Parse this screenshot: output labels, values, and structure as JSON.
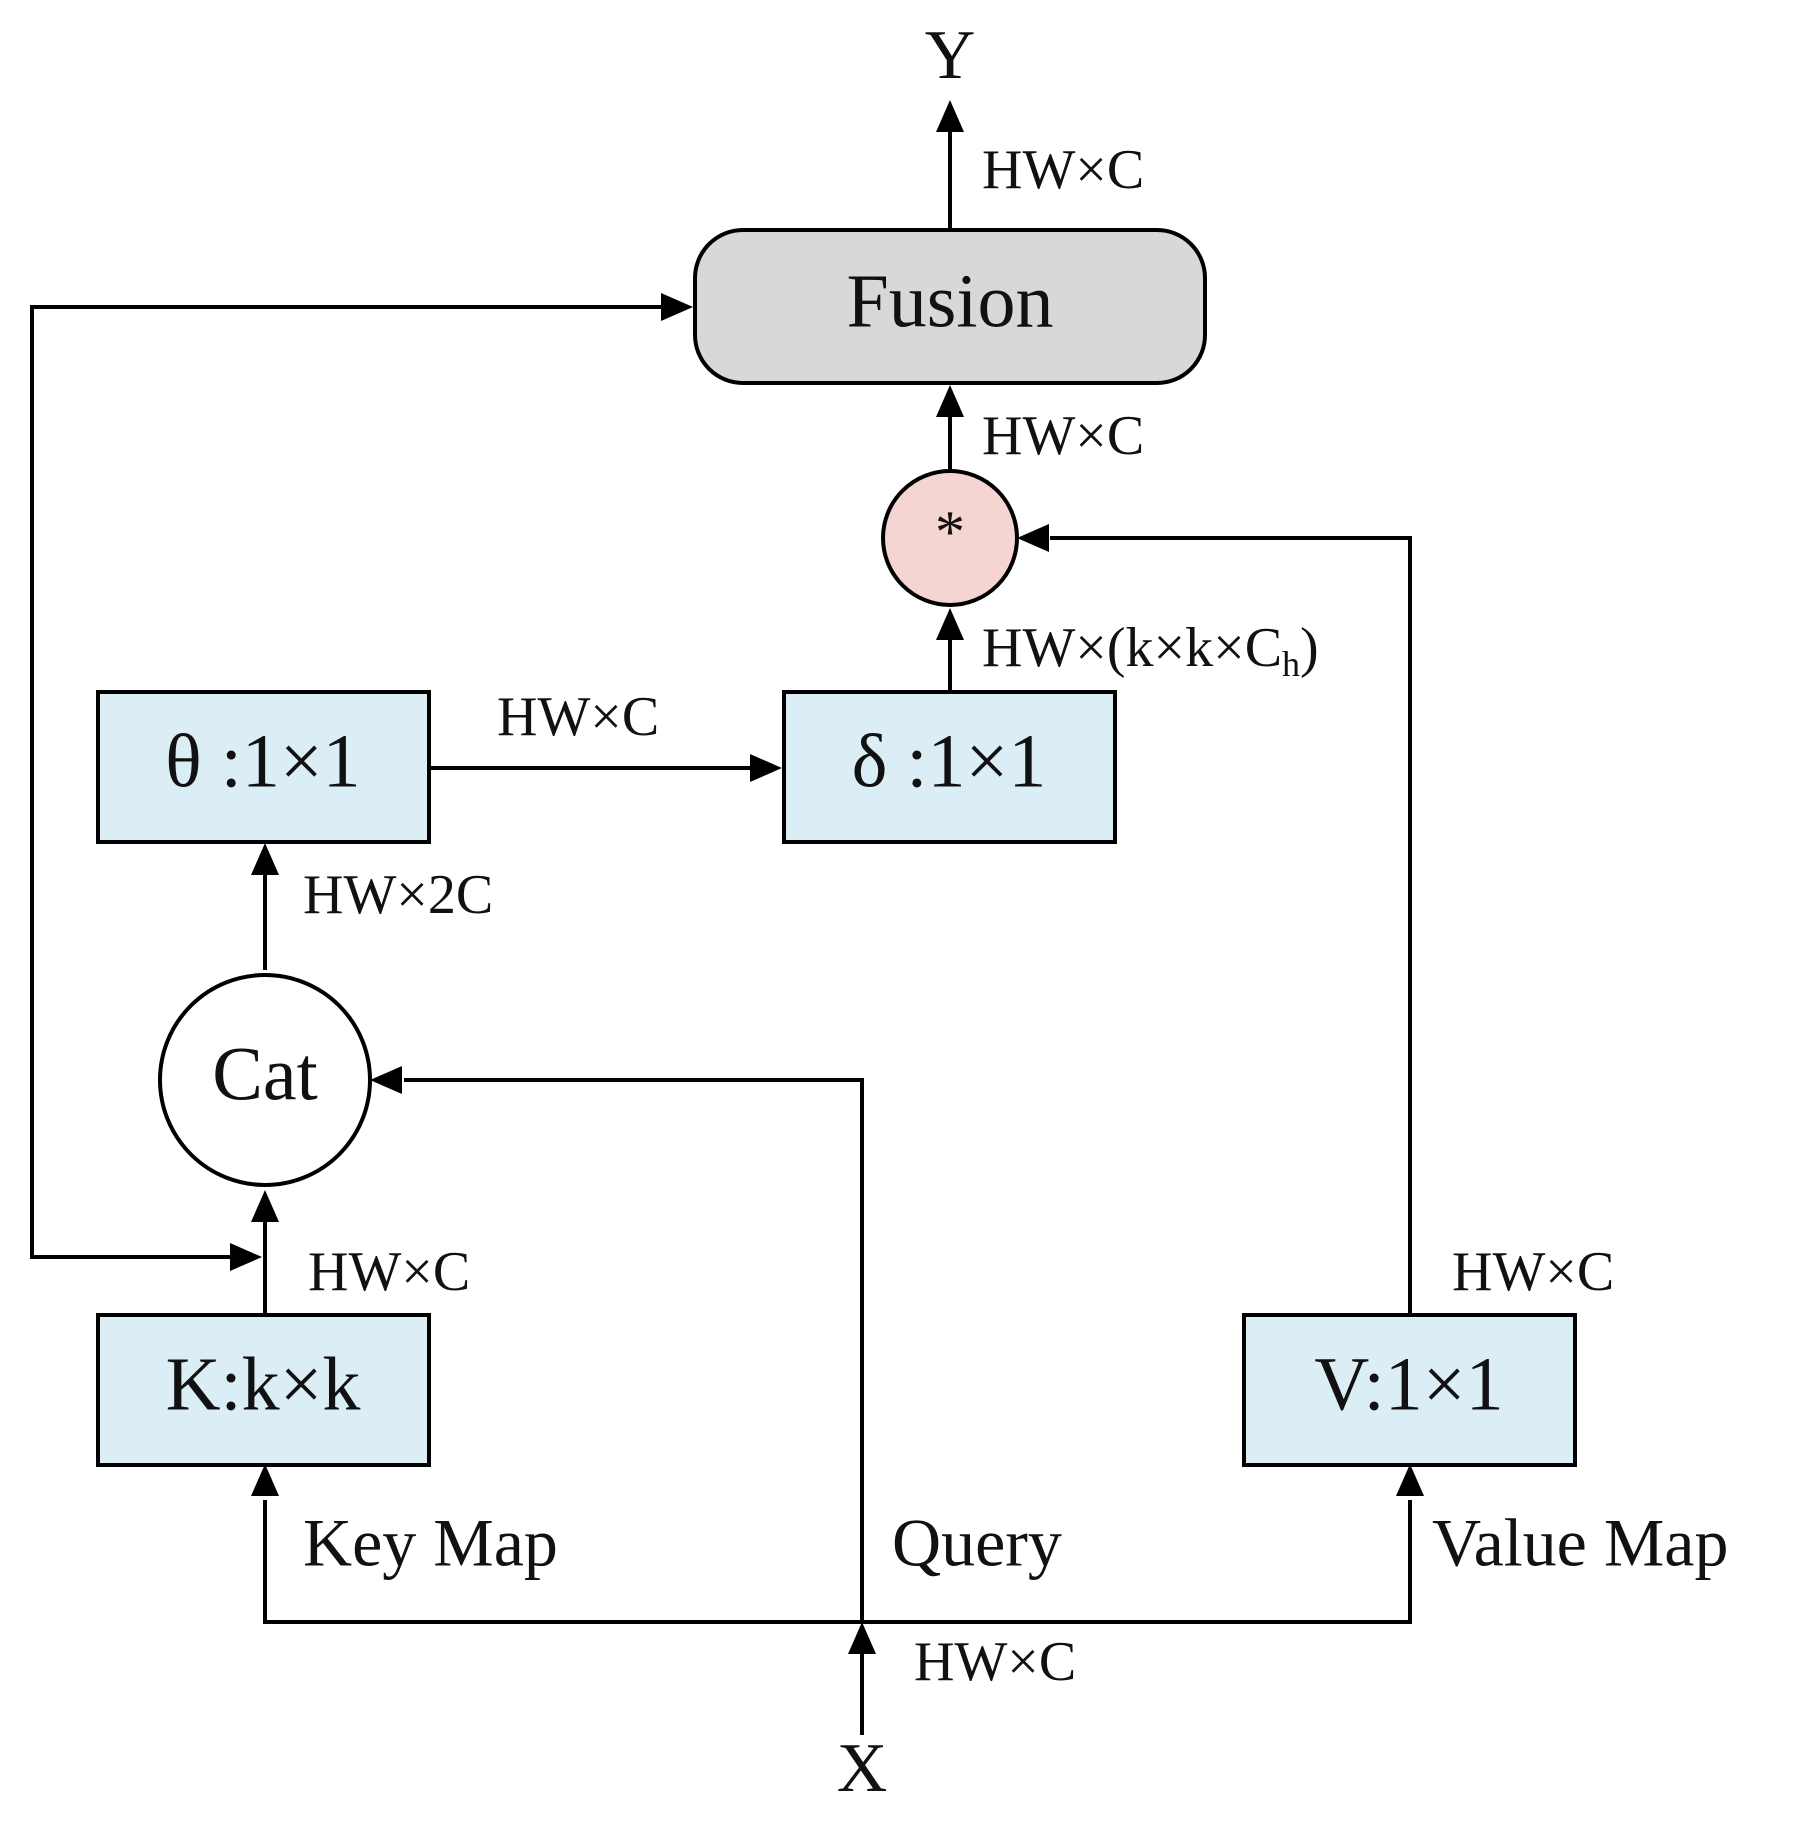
{
  "nodes": {
    "fusion": "Fusion",
    "multiply": "*",
    "delta": "δ :1×1",
    "theta": "θ :1×1",
    "concat": "Cat",
    "key": "K:k×k",
    "value": "V:1×1"
  },
  "io": {
    "output": "Y",
    "input": "X"
  },
  "inputs": {
    "key_map": "Key Map",
    "query": "Query",
    "value_map": "Value Map"
  },
  "dims": {
    "fusion_out": "HW×C",
    "mul_out": "HW×C",
    "delta_out_main": "HW×(k×k×C",
    "delta_out_sub": "h",
    "delta_out_close": ")",
    "theta_out": "HW×C",
    "cat_out": "HW×2C",
    "key_out": "HW×C",
    "value_out": "HW×C",
    "x_in": "HW×C"
  }
}
